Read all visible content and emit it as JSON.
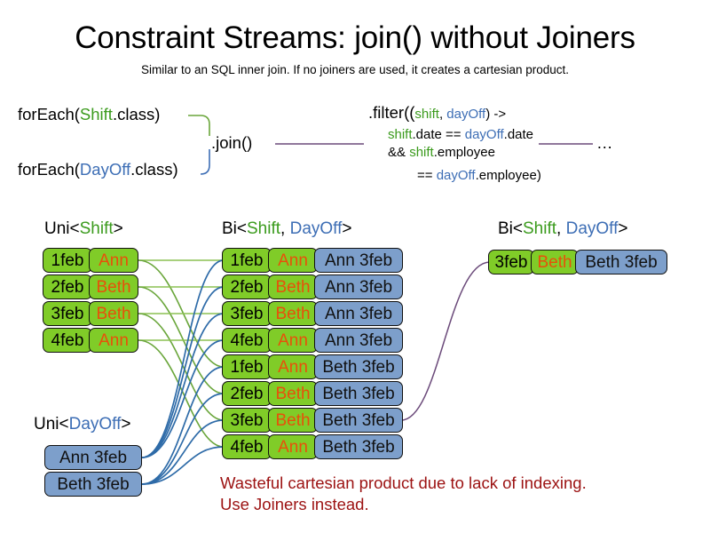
{
  "header": {
    "title": "Constraint Streams: join() without Joiners",
    "subtitle": "Similar to an SQL inner join. If no joiners are used, it creates a cartesian product."
  },
  "code": {
    "foreach_shift": {
      "prefix": "forEach(",
      "type": "Shift",
      "suffix": ".class)"
    },
    "foreach_dayoff": {
      "prefix": "forEach(",
      "type": "DayOff",
      "suffix": ".class)"
    },
    "join_call": ".join()",
    "filter": {
      "line1_a": ".filter((",
      "line1_shift": "shift",
      "line1_comma": ", ",
      "line1_dayoff": "dayOff",
      "line1_b": ") ->",
      "line2_shift": "shift",
      "line2_a": ".date == ",
      "line2_dayoff": "dayOff",
      "line2_b": ".date",
      "line3_a": "&& ",
      "line3_shift": "shift",
      "line3_b": ".employee",
      "line4_a": "== ",
      "line4_dayoff": "dayOff",
      "line4_b": ".employee)"
    },
    "ellipsis": "…"
  },
  "captions": {
    "uni_shift": {
      "prefix": "Uni<",
      "type": "Shift",
      "suffix": ">"
    },
    "bi_middle": {
      "prefix": "Bi<",
      "type_a": "Shift",
      "comma": ", ",
      "type_b": "DayOff",
      "suffix": ">"
    },
    "bi_right": {
      "prefix": "Bi<",
      "type_a": "Shift",
      "comma": ", ",
      "type_b": "DayOff",
      "suffix": ">"
    },
    "uni_dayoff": {
      "prefix": "Uni<",
      "type": "DayOff",
      "suffix": ">"
    }
  },
  "uni_shift_cards": [
    {
      "date": "1feb",
      "employee": "Ann"
    },
    {
      "date": "2feb",
      "employee": "Beth"
    },
    {
      "date": "3feb",
      "employee": "Beth"
    },
    {
      "date": "4feb",
      "employee": "Ann"
    }
  ],
  "uni_dayoff_cards": [
    {
      "label": "Ann 3feb"
    },
    {
      "label": "Beth 3feb"
    }
  ],
  "bi_middle_cards": [
    {
      "date": "1feb",
      "employee": "Ann",
      "dayoff": "Ann 3feb"
    },
    {
      "date": "2feb",
      "employee": "Beth",
      "dayoff": "Ann 3feb"
    },
    {
      "date": "3feb",
      "employee": "Beth",
      "dayoff": "Ann 3feb"
    },
    {
      "date": "4feb",
      "employee": "Ann",
      "dayoff": "Ann 3feb"
    },
    {
      "date": "1feb",
      "employee": "Ann",
      "dayoff": "Beth 3feb"
    },
    {
      "date": "2feb",
      "employee": "Beth",
      "dayoff": "Beth 3feb"
    },
    {
      "date": "3feb",
      "employee": "Beth",
      "dayoff": "Beth 3feb"
    },
    {
      "date": "4feb",
      "employee": "Ann",
      "dayoff": "Beth 3feb"
    }
  ],
  "bi_right_cards": [
    {
      "date": "3feb",
      "employee": "Beth",
      "dayoff": "Beth 3feb"
    }
  ],
  "notes": {
    "warning": "Wasteful cartesian product due to lack of indexing.\nUse Joiners instead."
  },
  "colors": {
    "green_fill": "#80cc28",
    "blue_fill": "#7d9fcb",
    "employee_text": "#e8500a",
    "shift_keyword": "#3b9b1d",
    "dayoff_keyword": "#3d6eb5",
    "warning_text": "#9c1212",
    "connector_purple": "#6b4a7a",
    "connector_green": "#6aa63b",
    "connector_blue": "#2e6ba8"
  }
}
